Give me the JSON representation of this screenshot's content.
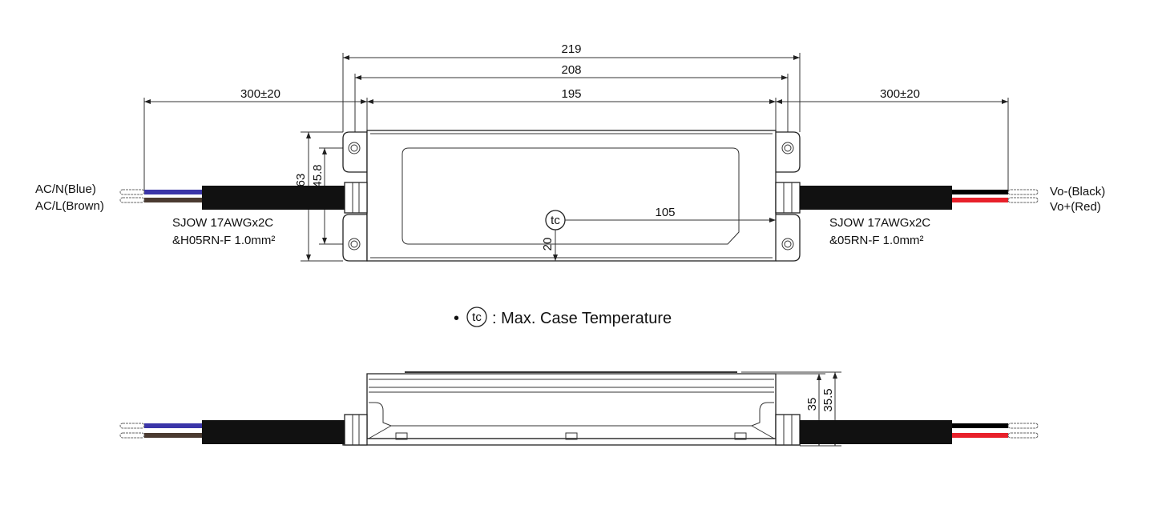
{
  "dimensions": {
    "overall_length": "219",
    "mounting_pitch": "208",
    "body_length": "195",
    "input_cable_length": "300±20",
    "output_cable_length": "300±20",
    "width": "63",
    "mounting_width": "45.8",
    "tc_x": "105",
    "tc_y": "20",
    "height": "35",
    "height_max": "35.5"
  },
  "input": {
    "wire_n": "AC/N(Blue)",
    "wire_l": "AC/L(Brown)",
    "cable_line1": "SJOW 17AWGx2C",
    "cable_line2": "&H05RN-F 1.0mm²"
  },
  "output": {
    "wire_neg": "Vo-(Black)",
    "wire_pos": "Vo+(Red)",
    "cable_line1": "SJOW 17AWGx2C",
    "cable_line2": "&05RN-F 1.0mm²"
  },
  "tc_symbol": "tc",
  "legend": {
    "bullet": "•",
    "symbol": "tc",
    "text": ": Max. Case Temperature"
  },
  "colors": {
    "blue_wire": "#3b35a8",
    "brown_wire": "#4a3a30",
    "red_wire": "#e8202a",
    "black_wire": "#000000",
    "jacket": "#111111"
  }
}
